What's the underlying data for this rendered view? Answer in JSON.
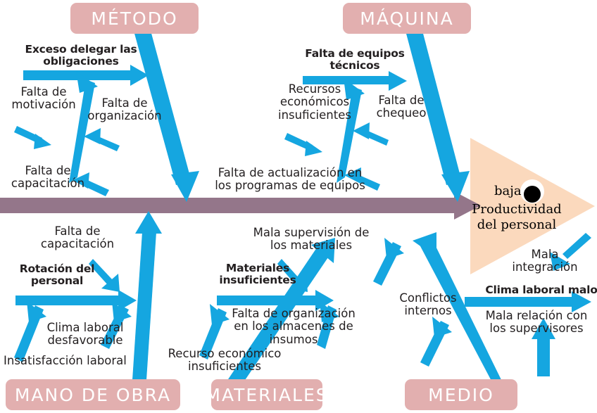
{
  "diagram": {
    "type": "fishbone-ishikawa",
    "title_effect": "baja Productividad del personal",
    "colors": {
      "arrow_blue": "#15a6e0",
      "spine_mauve": "#94768a",
      "category_box": "#e2afaf",
      "category_text": "#ffffff",
      "head_triangle": "#fbd9bd",
      "text": "#231f20",
      "background": "#ffffff"
    }
  },
  "head": {
    "line_baja": "baja",
    "lines": "Productividad\ndel personal"
  },
  "categories": {
    "metodo": {
      "label": "MÉTODO"
    },
    "maquina": {
      "label": "MÁQUINA"
    },
    "mano_de_obra": {
      "label": "MANO DE OBRA"
    },
    "materiales": {
      "label": "MATERIALES"
    },
    "medio": {
      "label": "MEDIO"
    }
  },
  "causes": {
    "metodo": [
      {
        "id": "m1",
        "text": "Exceso delegar las\nobligaciones",
        "bold": true
      },
      {
        "id": "m2",
        "text": "Falta de\nmotivación",
        "bold": false
      },
      {
        "id": "m3",
        "text": "Falta de\norganización",
        "bold": false
      },
      {
        "id": "m4",
        "text": "Falta de\ncapacitación",
        "bold": false
      }
    ],
    "maquina": [
      {
        "id": "q1",
        "text": "Falta de equipos\ntécnicos",
        "bold": true
      },
      {
        "id": "q2",
        "text": "Recursos\neconómicos\ninsuficientes",
        "bold": false
      },
      {
        "id": "q3",
        "text": "Falta de\nchequeo",
        "bold": false
      },
      {
        "id": "q4",
        "text": "Falta de actualización en\nlos programas de equipos",
        "bold": false
      }
    ],
    "mano_de_obra": [
      {
        "id": "o1",
        "text": "Falta de\ncapacitación",
        "bold": false
      },
      {
        "id": "o2",
        "text": "Rotación del\npersonal",
        "bold": true
      },
      {
        "id": "o3",
        "text": "Clima laboral\ndesfavorable",
        "bold": false
      },
      {
        "id": "o4",
        "text": "Insatisfacción laboral",
        "bold": false
      }
    ],
    "materiales": [
      {
        "id": "t1",
        "text": "Mala supervisión de\nlos materiales",
        "bold": false
      },
      {
        "id": "t2",
        "text": "Materiales\ninsuficientes",
        "bold": true
      },
      {
        "id": "t3",
        "text": "Falta de organización\nen los almacenes de\ninsumos",
        "bold": false
      },
      {
        "id": "t4",
        "text": "Recurso económico\ninsuficientes",
        "bold": false
      }
    ],
    "medio": [
      {
        "id": "d1",
        "text": "Conflictos\ninternos",
        "bold": false
      },
      {
        "id": "d2",
        "text": "Mala\nintegración",
        "bold": false
      },
      {
        "id": "d3",
        "text": "Clima laboral malo",
        "bold": true
      },
      {
        "id": "d4",
        "text": "Mala relación con\nlos supervisores",
        "bold": false
      }
    ]
  }
}
